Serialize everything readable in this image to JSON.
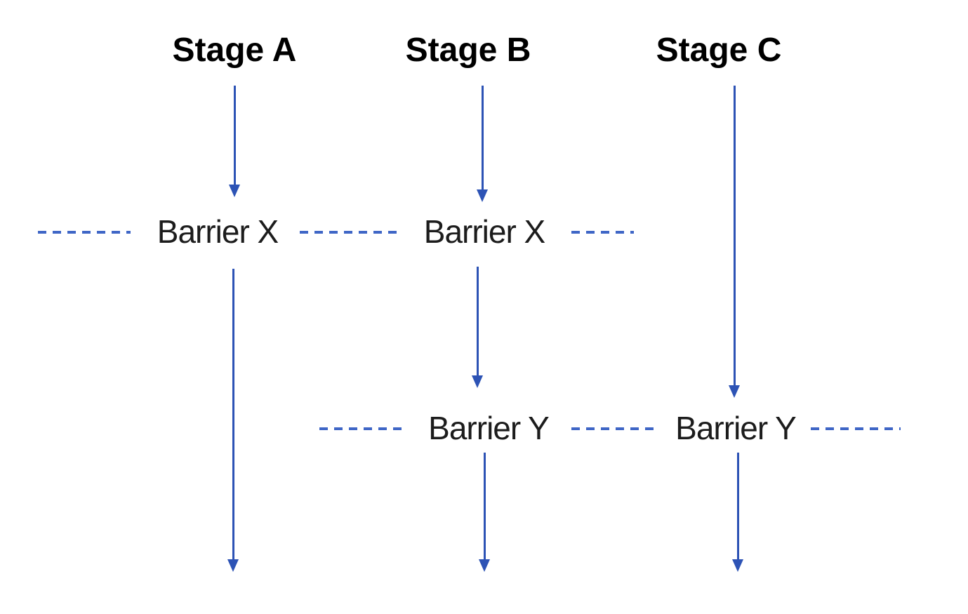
{
  "diagram": {
    "type": "pipeline-stages-with-barriers",
    "stages": [
      {
        "id": "stage-a",
        "label": "Stage A"
      },
      {
        "id": "stage-b",
        "label": "Stage B"
      },
      {
        "id": "stage-c",
        "label": "Stage C"
      }
    ],
    "barriers": [
      {
        "id": "barrier-x",
        "label": "Barrier X",
        "crosses_stages": [
          "Stage A",
          "Stage B"
        ]
      },
      {
        "id": "barrier-y",
        "label": "Barrier Y",
        "crosses_stages": [
          "Stage B",
          "Stage C"
        ]
      }
    ],
    "colors": {
      "arrow_blue": "#2d53b5",
      "dash_blue": "#3f66c6",
      "label_text": "#1c1c1c",
      "header_text": "#000000",
      "background": "#ffffff"
    }
  }
}
